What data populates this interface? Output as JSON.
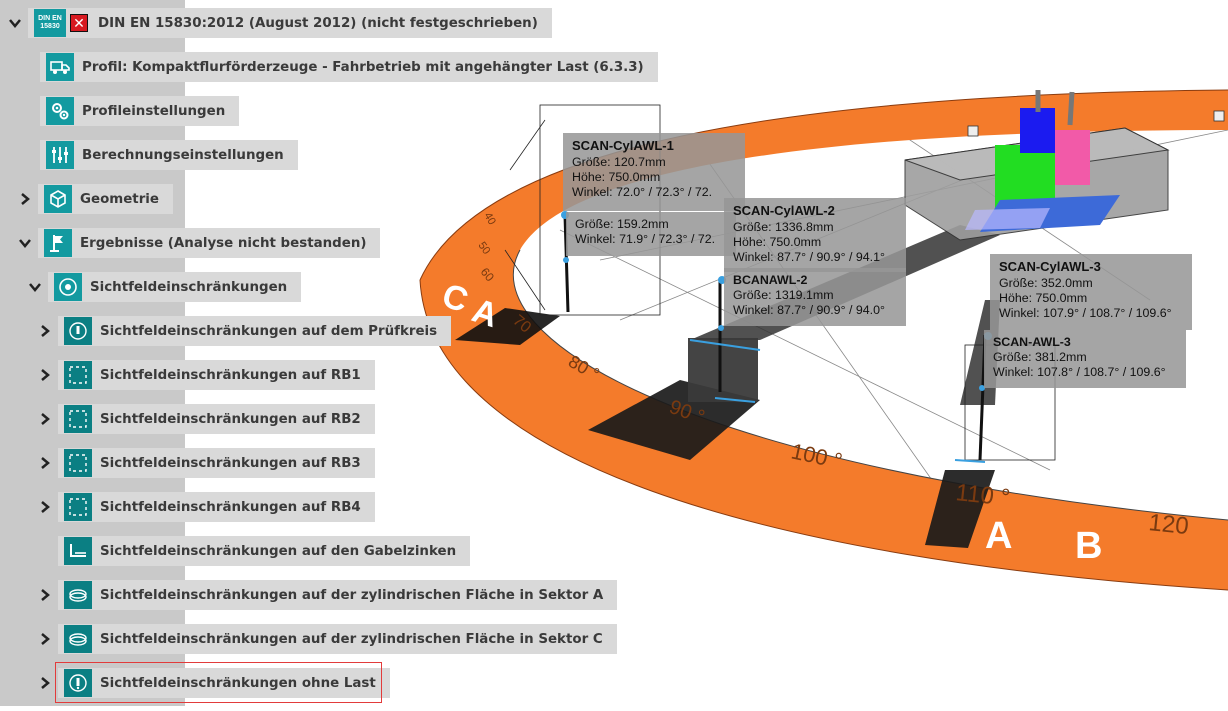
{
  "tree": {
    "items": [
      {
        "id": "norm",
        "label": "DIN EN 15830:2012 (August 2012) (nicht festgeschrieben)",
        "chevron": "down",
        "icon": "din-badge-icon",
        "badge_lines": [
          "DIN EN",
          "15830"
        ]
      },
      {
        "id": "profil",
        "label": "Profil: Kompaktflurförderzeuge - Fahrbetrieb mit angehängter Last (6.3.3)",
        "chevron": "",
        "icon": "truck-icon"
      },
      {
        "id": "profileinst",
        "label": "Profileinstellungen",
        "chevron": "",
        "icon": "gears-icon"
      },
      {
        "id": "berech",
        "label": "Berechnungseinstellungen",
        "chevron": "",
        "icon": "sliders-icon"
      },
      {
        "id": "geometrie",
        "label": "Geometrie",
        "chevron": "right",
        "icon": "cube-icon"
      },
      {
        "id": "ergebnisse",
        "label": "Ergebnisse (Analyse nicht bestanden)",
        "chevron": "down",
        "icon": "flag-icon"
      },
      {
        "id": "sicht",
        "label": "Sichtfeldeinschränkungen",
        "chevron": "down",
        "icon": "visibility-icon"
      },
      {
        "id": "pruefkreis",
        "label": "Sichtfeldeinschränkungen auf dem Prüfkreis",
        "chevron": "right",
        "icon": "circle-test-icon"
      },
      {
        "id": "rb1",
        "label": "Sichtfeldeinschränkungen auf RB1",
        "chevron": "right",
        "icon": "rb-icon"
      },
      {
        "id": "rb2",
        "label": "Sichtfeldeinschränkungen auf RB2",
        "chevron": "right",
        "icon": "rb-icon"
      },
      {
        "id": "rb3",
        "label": "Sichtfeldeinschränkungen auf RB3",
        "chevron": "right",
        "icon": "rb-icon"
      },
      {
        "id": "rb4",
        "label": "Sichtfeldeinschränkungen auf RB4",
        "chevron": "right",
        "icon": "rb-icon"
      },
      {
        "id": "gabel",
        "label": "Sichtfeldeinschränkungen auf den Gabelzinken",
        "chevron": "",
        "icon": "fork-icon"
      },
      {
        "id": "sektorA",
        "label": "Sichtfeldeinschränkungen auf der zylindrischen Fläche in Sektor A",
        "chevron": "right",
        "icon": "cylinder-icon"
      },
      {
        "id": "sektorC",
        "label": "Sichtfeldeinschränkungen auf der zylindrischen Fläche in Sektor C",
        "chevron": "right",
        "icon": "cylinder-icon"
      },
      {
        "id": "ohneLast",
        "label": "Sichtfeldeinschränkungen ohne Last",
        "chevron": "right",
        "icon": "no-load-icon",
        "selected": true
      }
    ]
  },
  "viewport": {
    "ring_labels": [
      {
        "text": "C",
        "kind": "sector"
      },
      {
        "text": "A",
        "kind": "sector"
      },
      {
        "text": "70",
        "kind": "deg"
      },
      {
        "text": "80 °",
        "kind": "deg"
      },
      {
        "text": "90 °",
        "kind": "deg"
      },
      {
        "text": "100 °",
        "kind": "deg"
      },
      {
        "text": "110 °",
        "kind": "deg"
      },
      {
        "text": "A",
        "kind": "sector"
      },
      {
        "text": "B",
        "kind": "sector"
      },
      {
        "text": "120",
        "kind": "deg"
      },
      {
        "text": "40",
        "kind": "deg"
      },
      {
        "text": "50",
        "kind": "deg"
      },
      {
        "text": "60",
        "kind": "deg"
      }
    ],
    "tags": [
      {
        "title": "SCAN-CylAWL-1",
        "lines": [
          "Größe: 120.7mm",
          "Höhe: 750.0mm",
          "Winkel: 72.0° / 72.3° / 72."
        ]
      },
      {
        "title": "",
        "lines": [
          "Größe: 159.2mm",
          "Winkel: 71.9° / 72.3° / 72."
        ]
      },
      {
        "title": "SCAN-CylAWL-2",
        "lines": [
          "Größe: 1336.8mm",
          "Höhe: 750.0mm",
          "Winkel: 87.7° / 90.9° / 94.1°"
        ]
      },
      {
        "title": "",
        "lines": [
          "BCANAWL-2",
          "Größe: 1319.1mm",
          "Winkel: 87.7° / 90.9° / 94.0°"
        ]
      },
      {
        "title": "SCAN-CylAWL-3",
        "lines": [
          "Größe: 352.0mm",
          "Höhe: 750.0mm",
          "Winkel: 107.9° / 108.7° / 109.6°"
        ]
      },
      {
        "title": "",
        "lines": [
          "SCAN-AWL-3",
          "Größe: 381.2mm",
          "Winkel: 107.8° / 108.7° / 109.6°"
        ]
      }
    ]
  },
  "colors": {
    "accent_teal": "#139aa0",
    "ring_orange": "#f47b2b",
    "error_red": "#e23b3b"
  }
}
